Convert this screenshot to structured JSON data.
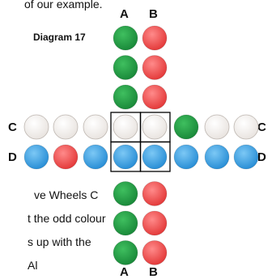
{
  "text": {
    "top_fragment": "of our example.",
    "bottom_fragments": [
      "ve Wheels C",
      "t the odd colour",
      "s up with the",
      "Al"
    ]
  },
  "diagram": {
    "title": "Diagram 17",
    "labels": {
      "col_a": "A",
      "col_b": "B",
      "row_c": "C",
      "row_d": "D"
    },
    "colors": {
      "green": "#1a8a3a",
      "red": "#e43b3b",
      "white": "#e9e4e0",
      "blue": "#2a8fd6",
      "grid": "#000000"
    },
    "column_a": [
      "green",
      "green",
      "green",
      "white",
      "blue",
      "green",
      "green",
      "green"
    ],
    "column_b": [
      "red",
      "red",
      "red",
      "white",
      "blue",
      "red",
      "red",
      "red"
    ],
    "row_c": [
      "white",
      "white",
      "white",
      "white",
      "white",
      "green",
      "white",
      "white"
    ],
    "row_d": [
      "blue",
      "red",
      "blue",
      "blue",
      "blue",
      "blue",
      "blue",
      "blue"
    ]
  }
}
